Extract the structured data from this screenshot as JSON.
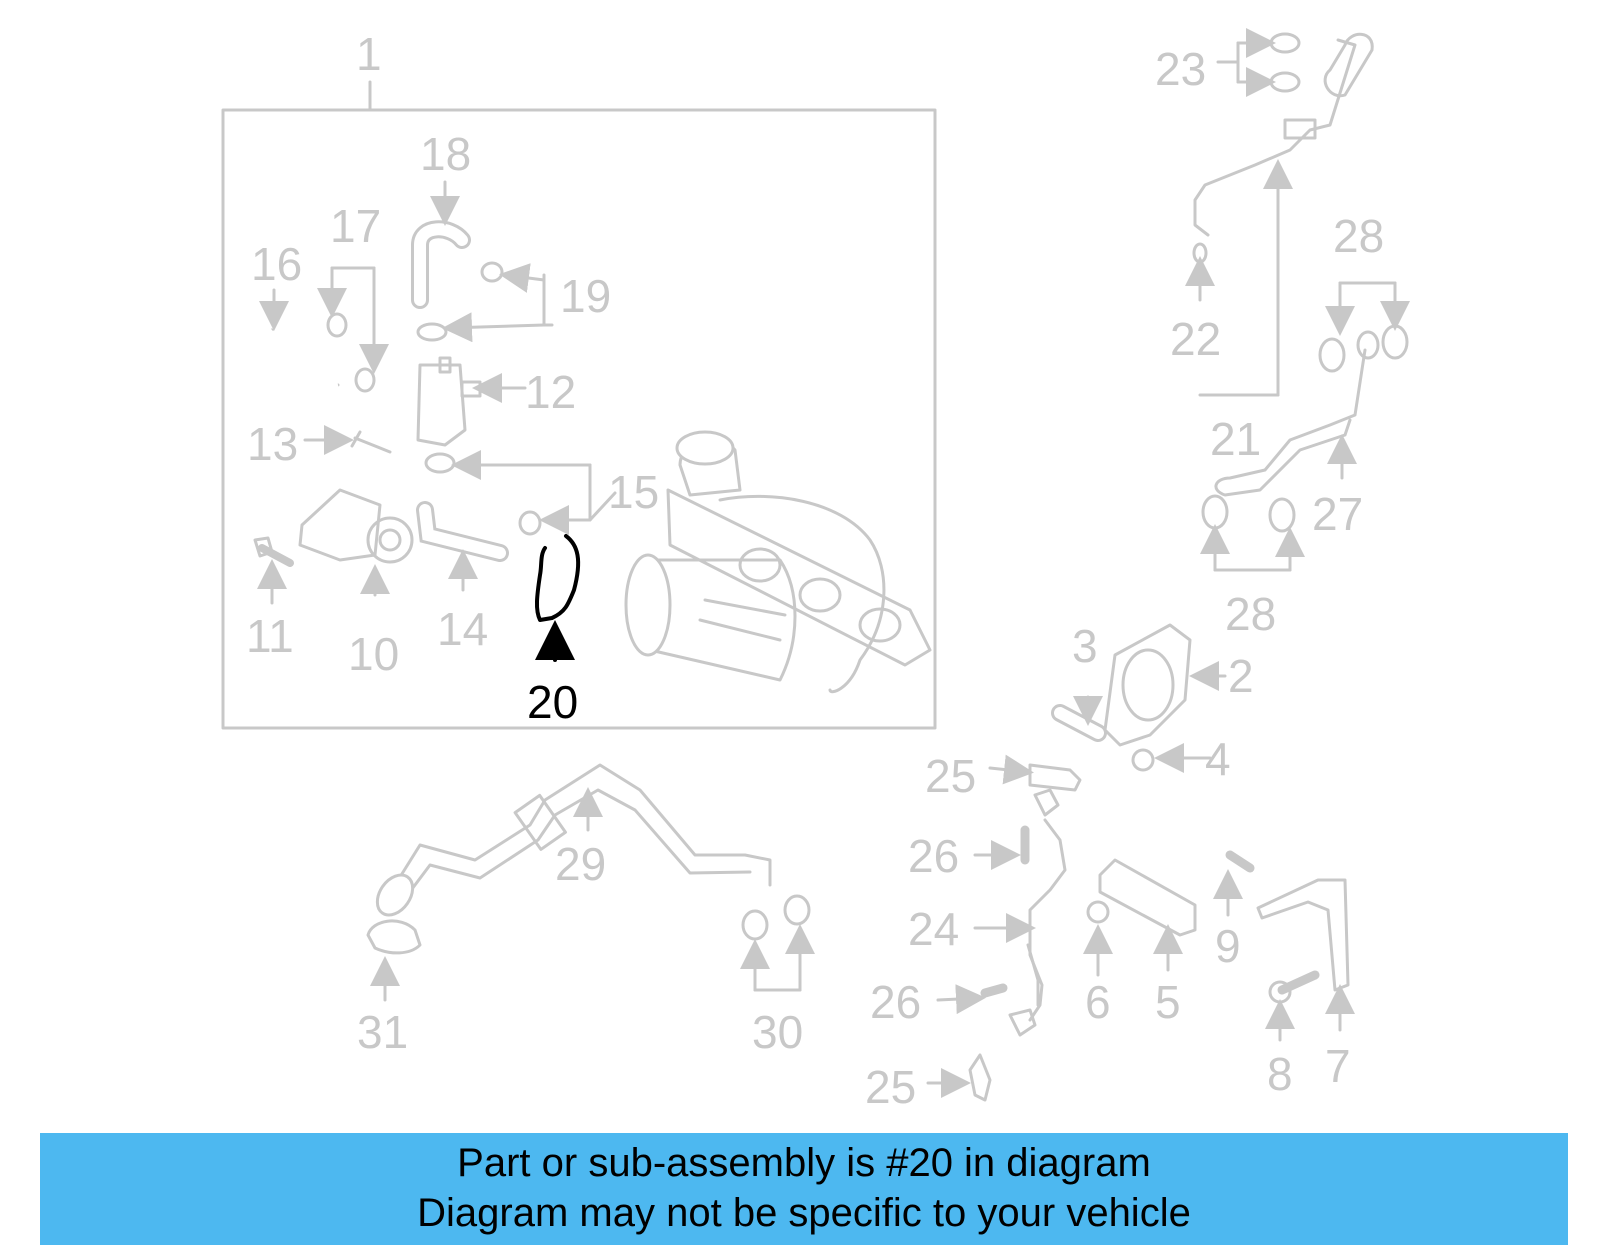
{
  "diagram": {
    "highlighted_part": "20",
    "highlight_color": "#000000",
    "part_color": "#c8c8c8",
    "callouts": [
      "1",
      "2",
      "3",
      "4",
      "5",
      "6",
      "7",
      "8",
      "9",
      "10",
      "11",
      "12",
      "13",
      "14",
      "15",
      "16",
      "17",
      "18",
      "19",
      "20",
      "21",
      "22",
      "23",
      "24",
      "25",
      "25",
      "26",
      "26",
      "27",
      "28",
      "28",
      "29",
      "30",
      "31"
    ]
  },
  "banner": {
    "background": "#4db8f0",
    "line1": "Part or sub-assembly is #20 in diagram",
    "line2": "Diagram may not be specific to your vehicle"
  }
}
